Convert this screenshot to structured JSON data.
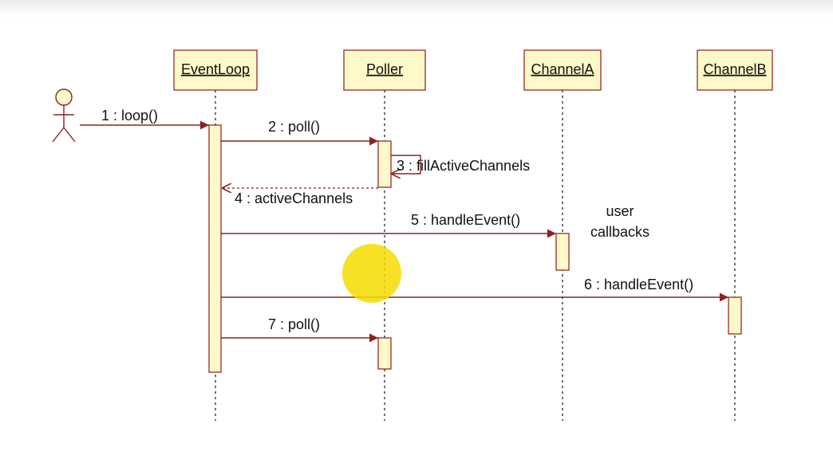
{
  "diagram": {
    "type": "uml-sequence",
    "lifelines": [
      {
        "id": "eventloop",
        "label": "EventLoop"
      },
      {
        "id": "poller",
        "label": "Poller"
      },
      {
        "id": "channela",
        "label": "ChannelA"
      },
      {
        "id": "channelb",
        "label": "ChannelB"
      }
    ],
    "messages": [
      {
        "label": "1 : loop()",
        "from": "actor",
        "to": "EventLoop",
        "kind": "call"
      },
      {
        "label": "2 : poll()",
        "from": "EventLoop",
        "to": "Poller",
        "kind": "call"
      },
      {
        "label": "3 : fillActiveChannels",
        "from": "Poller",
        "to": "Poller",
        "kind": "self-call"
      },
      {
        "label": "4 : activeChannels",
        "from": "Poller",
        "to": "EventLoop",
        "kind": "return"
      },
      {
        "label": "5 : handleEvent()",
        "from": "EventLoop",
        "to": "ChannelA",
        "kind": "call"
      },
      {
        "label": "6 : handleEvent()",
        "from": "EventLoop",
        "to": "ChannelB",
        "kind": "call"
      },
      {
        "label": "7 : poll()",
        "from": "EventLoop",
        "to": "Poller",
        "kind": "call"
      }
    ],
    "note": {
      "line1": "user",
      "line2": "callbacks"
    },
    "colors": {
      "box_fill": "#fdf9c9",
      "box_stroke": "#9a2a2a",
      "arrow": "#8b2222",
      "cursor_highlight": "#f5dc00"
    }
  }
}
